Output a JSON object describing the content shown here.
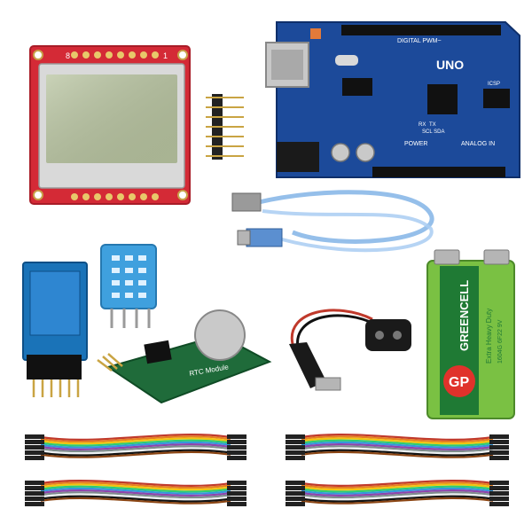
{
  "lcd": {
    "pin_left": "8",
    "pin_right": "1"
  },
  "uno": {
    "name": "UNO",
    "digital_label": "DIGITAL PWM~",
    "power_label": "POWER",
    "analog_label": "ANALOG IN",
    "icsp_label": "ICSP",
    "tx_label": "TX",
    "rx_label": "RX",
    "scl_sda_label": "SCL SDA"
  },
  "rtc": {
    "label": "RTC Module"
  },
  "battery": {
    "brand": "GP",
    "name": "GREENCELL",
    "line1": "Extra Heavy Duty",
    "line2": "1604G 6F22 9V"
  },
  "colors": {
    "lcd_pcb": "#d42a36",
    "lcd_screen": "#b8c4a0",
    "uno_pcb": "#1c4a9a",
    "battery_green": "#7ac143",
    "battery_dark": "#1f7a34",
    "gp_red": "#e0322b",
    "cable_blue": "#8ab8e8",
    "jumper_colors": [
      "#c0392b",
      "#e67e22",
      "#f1c40f",
      "#2ecc71",
      "#3498db",
      "#8e44ad",
      "#7f8c8d",
      "#ecf0f1",
      "#111111",
      "#8b4513"
    ]
  }
}
